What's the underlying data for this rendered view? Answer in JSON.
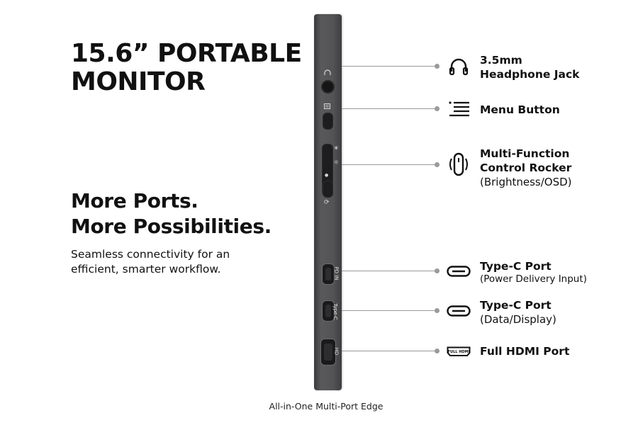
{
  "title": {
    "line1": "15.6” PORTABLE",
    "line2": "MONITOR"
  },
  "headline": {
    "line1": "More Ports.",
    "line2": "More Possibilities."
  },
  "description": "Seamless connectivity for an efficient, smarter workflow.",
  "caption": "All-in-One Multi-Port Edge",
  "device_labels": {
    "pd_in": "PD IN",
    "type_c": "Type-C",
    "hd": "HD"
  },
  "callouts": [
    {
      "icon": "headphone-icon",
      "main": "3.5mm",
      "main2": "Headphone Jack"
    },
    {
      "icon": "menu-icon",
      "main": "Menu Button"
    },
    {
      "icon": "rocker-icon",
      "main": "Multi-Function",
      "main2": "Control Rocker",
      "sub": "(Brightness/OSD)"
    },
    {
      "icon": "usb-c-icon",
      "main": "Type-C Port",
      "sub": "(Power Delivery Input)"
    },
    {
      "icon": "usb-c-icon",
      "main": "Type-C Port",
      "sub": "(Data/Display)"
    },
    {
      "icon": "hdmi-icon",
      "main": "Full HDMI Port",
      "icon_text": "FULL HDMI"
    }
  ],
  "colors": {
    "text": "#111111",
    "device": "#545456",
    "callout_line": "#9a9a9a"
  }
}
